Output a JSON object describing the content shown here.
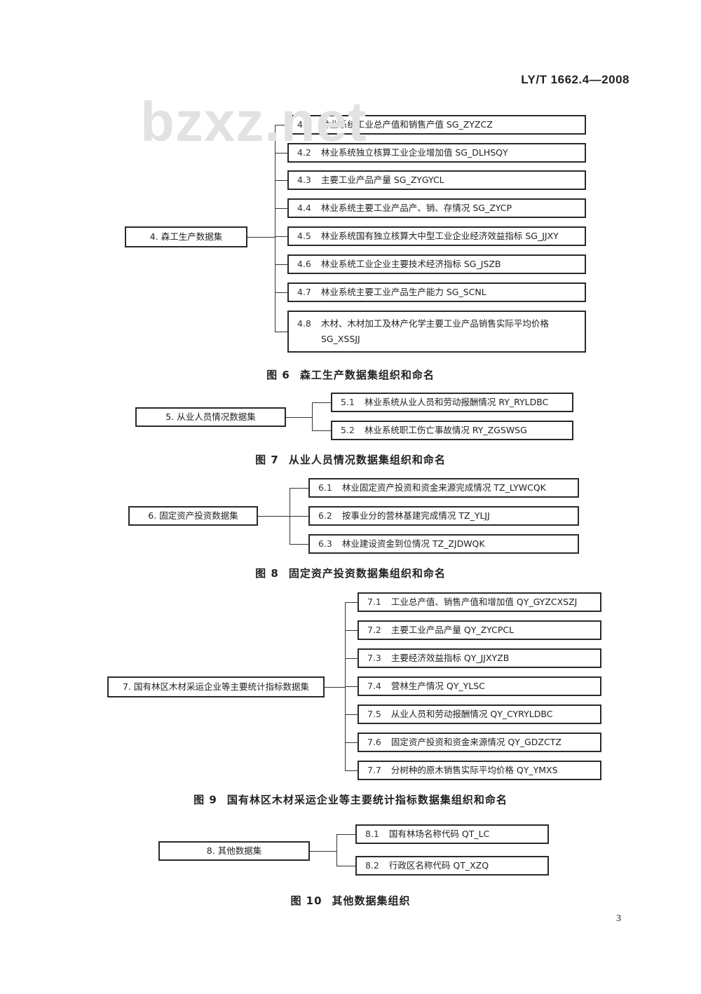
{
  "header": {
    "standard_code": "LY/T 1662.4—2008"
  },
  "watermark": {
    "text": "bzxz.net"
  },
  "figures": [
    {
      "caption_num": "图 6",
      "caption_title": "森工生产数据集组织和命名",
      "root": "4. 森工生产数据集",
      "children": [
        {
          "num": "4.1",
          "text": "林业系统工业总产值和销售产值 SG_ZYZCZ"
        },
        {
          "num": "4.2",
          "text": "林业系统独立核算工业企业增加值 SG_DLHSQY"
        },
        {
          "num": "4.3",
          "text": "主要工业产品产量 SG_ZYGYCL"
        },
        {
          "num": "4.4",
          "text": "林业系统主要工业产品产、销、存情况 SG_ZYCP"
        },
        {
          "num": "4.5",
          "text": "林业系统国有独立核算大中型工业企业经济效益指标 SG_JJXY"
        },
        {
          "num": "4.6",
          "text": "林业系统工业企业主要技术经济指标 SG_JSZB"
        },
        {
          "num": "4.7",
          "text": "林业系统主要工业产品生产能力 SG_SCNL"
        },
        {
          "num": "4.8",
          "text": "木材、木材加工及林产化学主要工业产品销售实际平均价格",
          "text2": "SG_XSSJJ"
        }
      ]
    },
    {
      "caption_num": "图 7",
      "caption_title": "从业人员情况数据集组织和命名",
      "root": "5. 从业人员情况数据集",
      "children": [
        {
          "num": "5.1",
          "text": "林业系统从业人员和劳动报酬情况 RY_RYLDBC"
        },
        {
          "num": "5.2",
          "text": "林业系统职工伤亡事故情况 RY_ZGSWSG"
        }
      ]
    },
    {
      "caption_num": "图 8",
      "caption_title": "固定资产投资数据集组织和命名",
      "root": "6. 固定资产投资数据集",
      "children": [
        {
          "num": "6.1",
          "text": "林业固定资产投资和资金来源完成情况 TZ_LYWCQK"
        },
        {
          "num": "6.2",
          "text": "按事业分的营林基建完成情况 TZ_YLJJ"
        },
        {
          "num": "6.3",
          "text": "林业建设资金到位情况 TZ_ZJDWQK"
        }
      ]
    },
    {
      "caption_num": "图 9",
      "caption_title": "国有林区木材采运企业等主要统计指标数据集组织和命名",
      "root": "7. 国有林区木材采运企业等主要统计指标数据集",
      "children": [
        {
          "num": "7.1",
          "text": "工业总产值、销售产值和增加值 QY_GYZCXSZJ"
        },
        {
          "num": "7.2",
          "text": "主要工业产品产量 QY_ZYCPCL"
        },
        {
          "num": "7.3",
          "text": "主要经济效益指标 QY_JJXYZB"
        },
        {
          "num": "7.4",
          "text": "营林生产情况 QY_YLSC"
        },
        {
          "num": "7.5",
          "text": "从业人员和劳动报酬情况 QY_CYRYLDBC"
        },
        {
          "num": "7.6",
          "text": "固定资产投资和资金来源情况 QY_GDZCTZ"
        },
        {
          "num": "7.7",
          "text": "分树种的原木销售实际平均价格 QY_YMXS"
        }
      ]
    },
    {
      "caption_num": "图 10",
      "caption_title": "其他数据集组织",
      "root": "8. 其他数据集",
      "children": [
        {
          "num": "8.1",
          "text": "国有林场名称代码 QT_LC"
        },
        {
          "num": "8.2",
          "text": "行政区名称代码 QT_XZQ"
        }
      ]
    }
  ],
  "footer": {
    "page_number": "3"
  }
}
